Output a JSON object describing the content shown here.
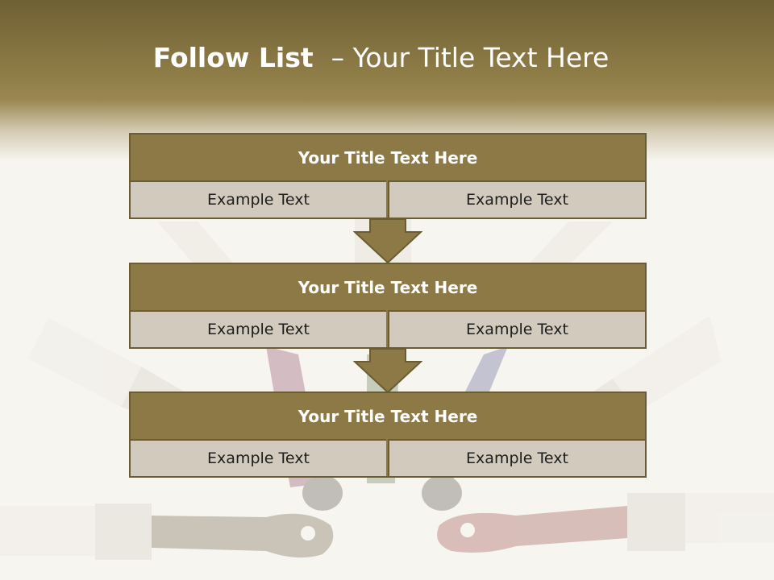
{
  "slide": {
    "title_bold": "Follow List ",
    "title_rest": " – Your Title Text Here"
  },
  "blocks": [
    {
      "title": "Your Title Text Here",
      "left": "Example Text",
      "right": "Example Text"
    },
    {
      "title": "Your Title Text Here",
      "left": "Example Text",
      "right": "Example Text"
    },
    {
      "title": "Your Title Text Here",
      "left": "Example Text",
      "right": "Example Text"
    }
  ],
  "colors": {
    "header_olive": "#8c7945",
    "border": "#6b5d33",
    "cell_fill": "#d2cbbd",
    "background": "#f7f5f0"
  }
}
